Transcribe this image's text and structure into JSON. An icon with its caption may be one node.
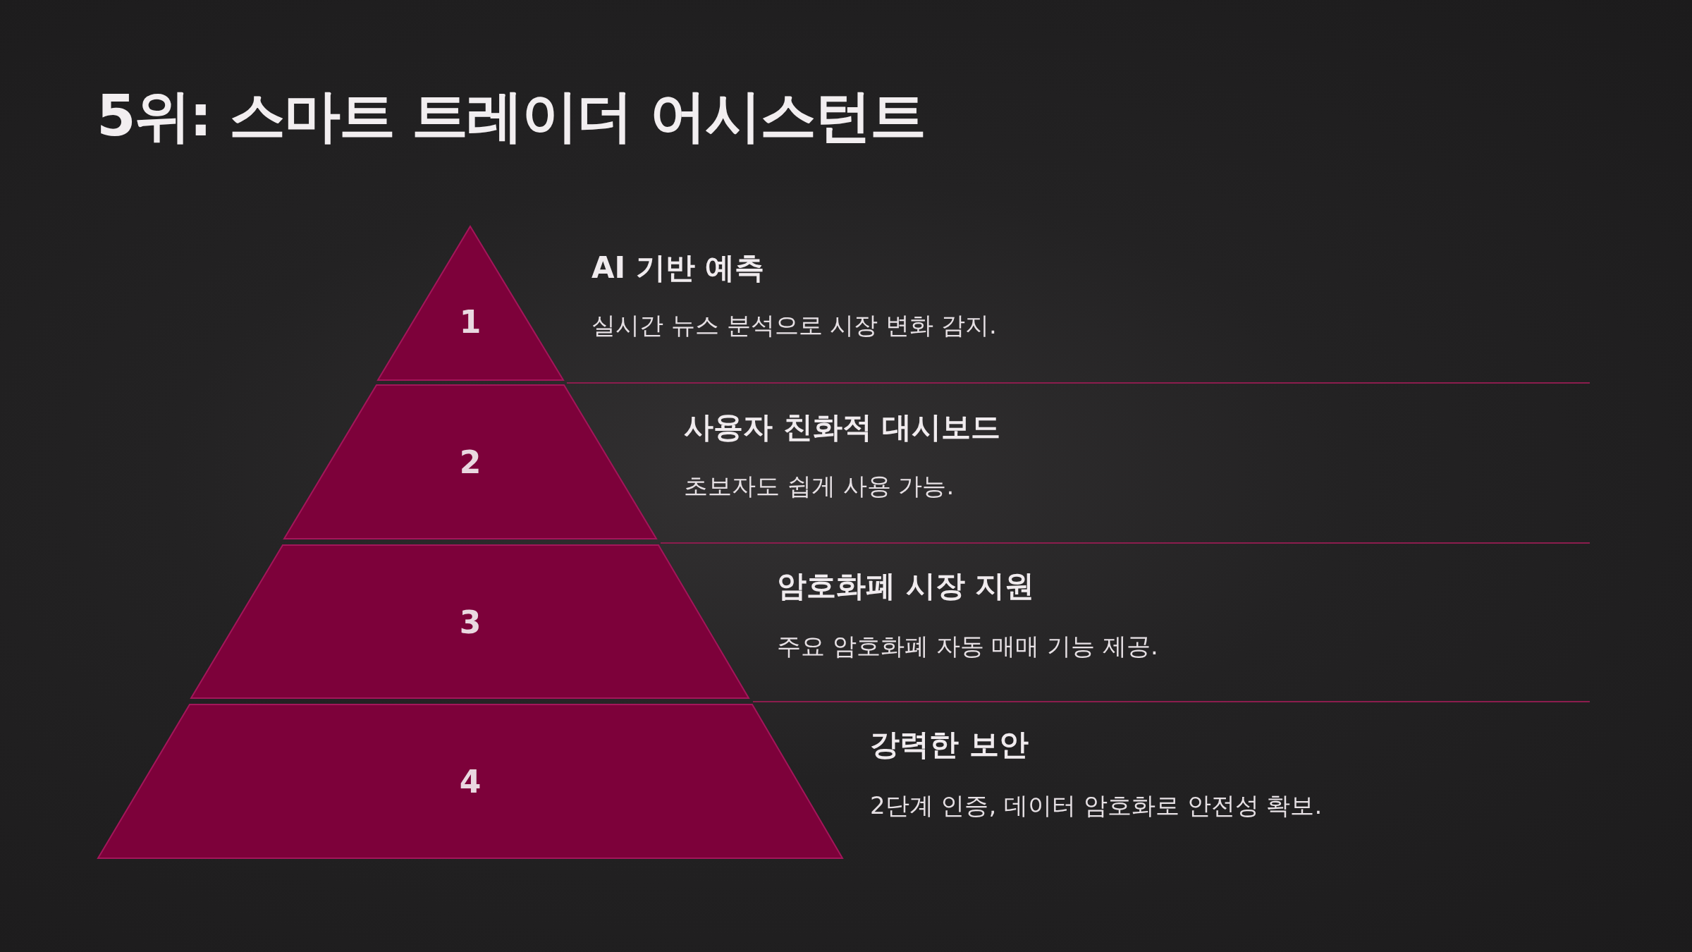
{
  "diagram": {
    "title": "5위: 스마트 트레이더 어시스턴트",
    "nodes": [
      {
        "text": [
          "1"
        ],
        "beside": [
          "AI 기반 예측",
          "실시간 뉴스 분석으로 시장 변화 감지."
        ]
      },
      {
        "text": [
          "2"
        ],
        "beside": [
          "사용자 친화적 대시보드",
          "초보자도 쉽게 사용 가능."
        ]
      },
      {
        "text": [
          "3"
        ],
        "beside": [
          "암호화폐 시장 지원",
          "주요 암호화폐 자동 매매 기능 제공."
        ]
      },
      {
        "text": [
          "4"
        ],
        "beside": [
          "강력한 보안",
          "2단계 인증, 데이터 암호화로 안전성 확보."
        ]
      }
    ],
    "edges": []
  }
}
